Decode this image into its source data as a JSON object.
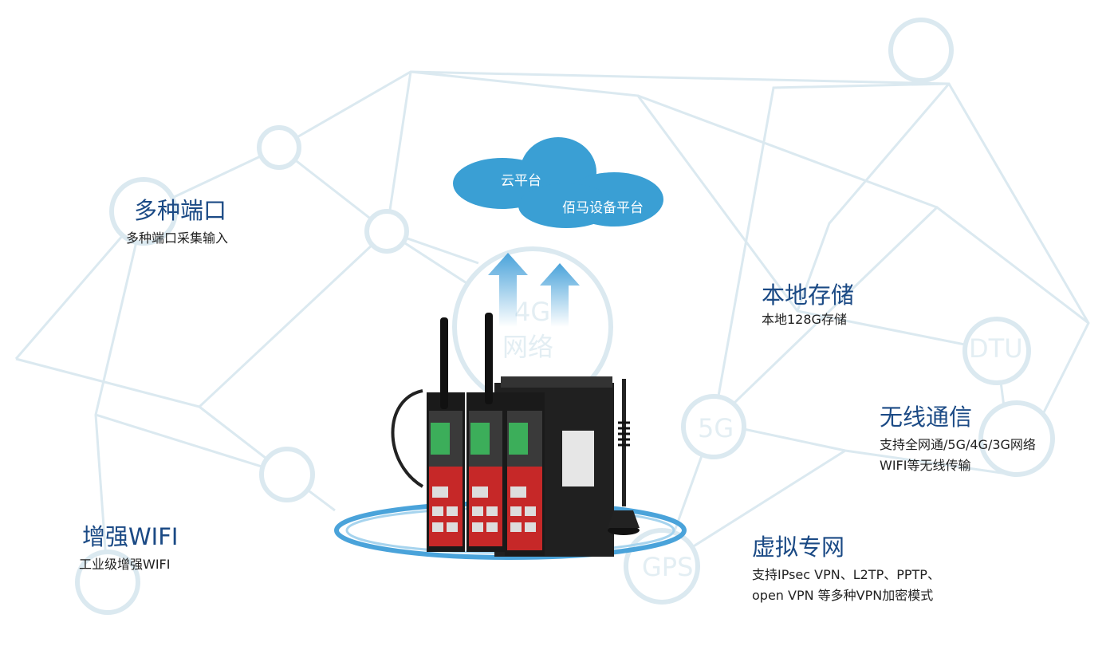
{
  "cloud": {
    "line1": "云平台",
    "line2": "佰马设备平台"
  },
  "watermarks": {
    "net4g_top": "4G",
    "net4g_bottom": "网络",
    "dtu": "DTU",
    "g5": "5G",
    "gps": "GPS"
  },
  "features": [
    {
      "title": "多种端口",
      "desc": [
        "多种端口采集输入"
      ]
    },
    {
      "title": "本地存储",
      "desc": [
        "本地128G存储"
      ]
    },
    {
      "title": "无线通信",
      "desc": [
        "支持全网通/5G/4G/3G网络",
        "WIFI等无线传输"
      ]
    },
    {
      "title": "增强WIFI",
      "desc": [
        "工业级增强WIFI"
      ]
    },
    {
      "title": "虚拟专网",
      "desc": [
        "支持IPsec VPN、L2TP、PPTP、",
        " open VPN 等多种VPN加密模式"
      ]
    }
  ],
  "colors": {
    "title": "#1b4a85",
    "cloud": "#3a9fd4",
    "network_lines": "#dbe9f0",
    "arrow": "#4aa3da",
    "ring": "#4aa3da",
    "device_body": "#1c1c1c",
    "device_accent": "#c62828"
  }
}
